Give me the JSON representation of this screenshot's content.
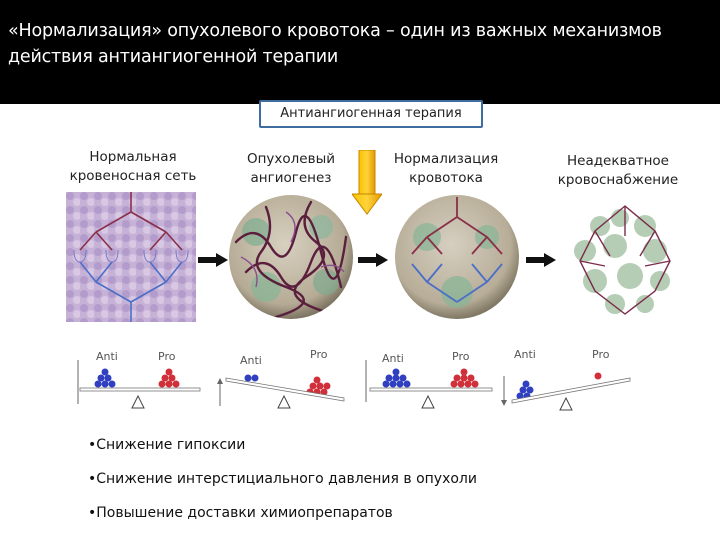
{
  "slide": {
    "title": "«Нормализация» опухолевого кровотока – один из важных механизмов действия антиангиогенной терапии",
    "therapy_label": "Антиангиогенная терапия"
  },
  "panels": [
    {
      "label": "Нормальная кровеносная сеть"
    },
    {
      "label": "Опухолевый ангиогенез"
    },
    {
      "label": "Нормализация кровотока"
    },
    {
      "label": "Неадекватное кровоснабжение"
    }
  ],
  "balance": {
    "anti_label": "Anti",
    "pro_label": "Pro"
  },
  "bullets": [
    "•Снижение гипоксии",
    "•Снижение интерстициального давления в опухоли",
    "•Повышение доставки химиопрепаратов"
  ],
  "colors": {
    "header_bg": "#000000",
    "header_text": "#ffffff",
    "badge_border": "#3f6d9f",
    "therapy_arrow": "#f5b400",
    "anti_balls": "#3040c0",
    "pro_balls": "#d0303a"
  }
}
